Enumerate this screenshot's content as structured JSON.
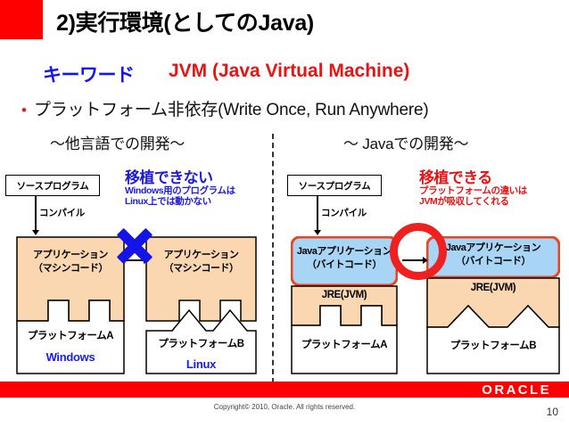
{
  "slide": {
    "title": "2)実行環境(としてのJava)",
    "keyword_label": "キーワード",
    "keyword_value": "JVM (Java Virtual Machine)",
    "bullet": "プラットフォーム非依存(Write Once, Run Anywhere)",
    "bullet_marker": "•"
  },
  "left_section": {
    "heading": "〜他言語での開発〜",
    "source_box": "ソースプログラム",
    "compile_label": "コンパイル",
    "annotation": {
      "headline": "移植できない",
      "line1": "Windows用のプログラムは",
      "line2": "Linux上では動かない",
      "color": "#1b1be0"
    },
    "stack_a": {
      "app": {
        "line1": "アプリケーション",
        "line2": "（マシンコード）"
      },
      "platform": "プラットフォームA",
      "os": "Windows"
    },
    "stack_b": {
      "app": {
        "line1": "アプリケーション",
        "line2": "（マシンコード）"
      },
      "platform": "プラットフォームB",
      "os": "Linux"
    },
    "mark": "blue-cross"
  },
  "right_section": {
    "heading": "〜 Javaでの開発〜",
    "source_box": "ソースプログラム",
    "compile_label": "コンパイル",
    "annotation": {
      "headline": "移植できる",
      "line1": "プラットフォームの違いは",
      "line2": "JVMが吸収してくれる",
      "color": "#ee1111"
    },
    "stack_a": {
      "app": {
        "line1": "Javaアプリケーション",
        "line2": "（バイトコード）"
      },
      "runtime": "JRE(JVM)",
      "platform": "プラットフォームA"
    },
    "stack_b": {
      "app": {
        "line1": "Javaアプリケーション",
        "line2": "（バイトコード）"
      },
      "runtime": "JRE(JVM)",
      "platform": "プラットフォームB"
    },
    "mark": "red-circle"
  },
  "footer": {
    "logo": "ORACLE",
    "copyright": "Copyright© 2010, Oracle. All rights reserved.",
    "page_number": "10"
  },
  "colors": {
    "brand_red": "#ff0000",
    "app_peach": "#fad7b0",
    "java_blue": "#a8d4f5",
    "java_outline": "#ee4422",
    "accent_blue": "#1414e6"
  }
}
